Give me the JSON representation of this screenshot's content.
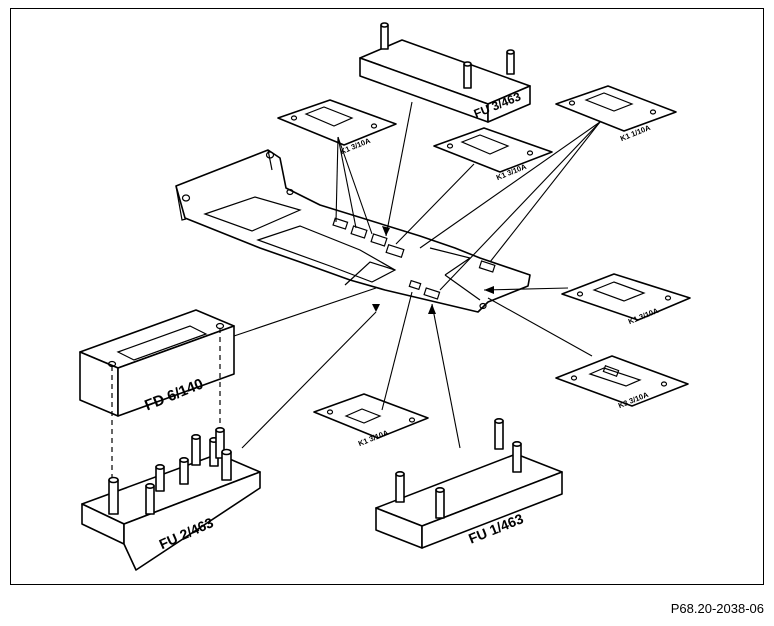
{
  "figure_ref": "P68.20-2038-06",
  "labels": {
    "fu_3": "FU 3/463",
    "fu_2": "FU 2/463",
    "fu_1": "FU 1/463",
    "fd_6": "FD 6/140",
    "k1_top_left": "K1 3/10A",
    "k1_top_mid": "K1 3/10A",
    "k1_top_right": "K1 1/10A",
    "k1_right_mid": "K1 3/10A",
    "k3_right_low": "K3 3/10A",
    "k1_bottom": "K1 3/10A"
  }
}
